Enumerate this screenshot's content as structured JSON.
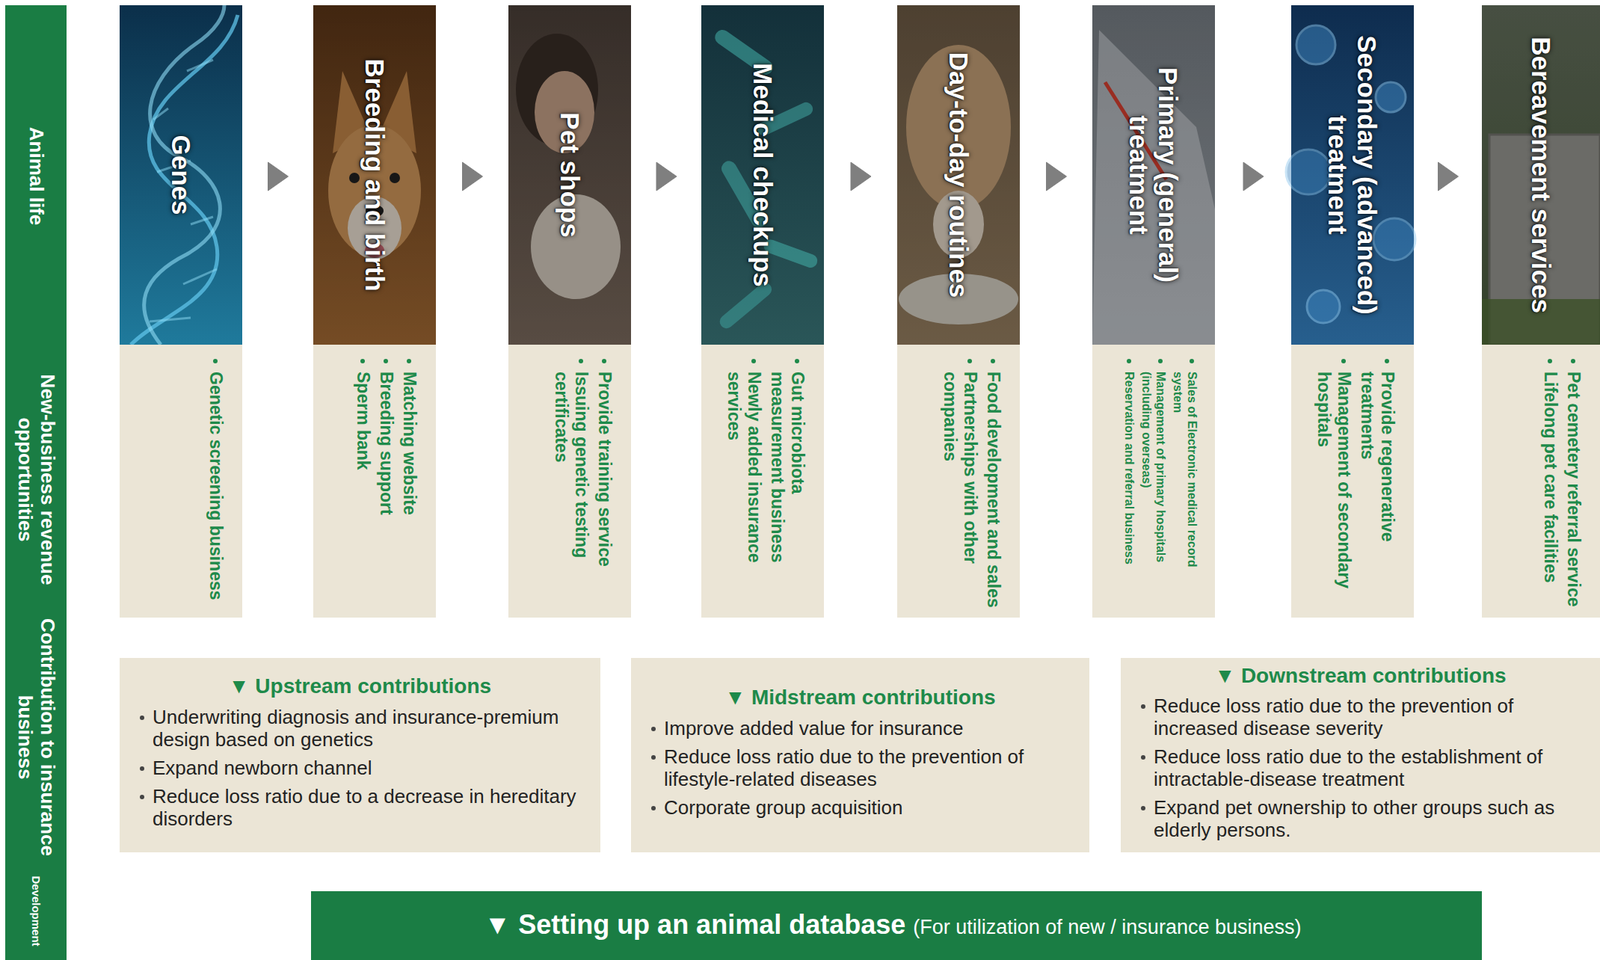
{
  "diagram": {
    "nodes": [
      {
        "text": [
          "Animal life",
          "New-business revenue opportunities",
          "Contribution to insurance business",
          "Development"
        ]
      },
      {
        "text": [
          "Genes",
          "Genetic screening business"
        ]
      },
      {
        "text": [
          "Breeding and birth",
          "Matching website",
          "Breeding support",
          "Sperm bank"
        ]
      },
      {
        "text": [
          "Pet shops",
          "Provide training service",
          "Issuing genetic testing certificates"
        ]
      },
      {
        "text": [
          "Medical checkups",
          "Gut microbiota measurement business",
          "Newly added insurance services"
        ]
      },
      {
        "text": [
          "Day-to-day routines",
          "Food development and sales",
          "Partnerships with other companies"
        ]
      },
      {
        "text": [
          "Primary (general) treatment",
          "Sales of Electronic medical record system",
          "Management of primary hospitals (including overseas)",
          "Reservation and referral business"
        ]
      },
      {
        "text": [
          "Secondary (advanced) treatment",
          "Provide regenerative treatments",
          "Management of secondary hospitals"
        ]
      },
      {
        "text": [
          "Bereavement services",
          "Pet cemetery referral service",
          "Lifelong pet care facilities"
        ]
      },
      {
        "text": [
          "▼ Upstream contributions",
          "Underwriting diagnosis and insurance-premium design based on genetics",
          "Expand newborn channel",
          "Reduce loss ratio due to a decrease in hereditary disorders"
        ]
      },
      {
        "text": [
          "▼ Midstream contributions",
          "Improve added value for insurance",
          "Reduce loss ratio due to the prevention of lifestyle-related diseases",
          "Corporate group acquisition"
        ]
      },
      {
        "text": [
          "▼ Downstream contributions",
          "Reduce loss ratio due to the prevention of increased disease severity",
          "Reduce loss ratio due to the establishment of intractable-disease treatment",
          "Expand pet ownership to other groups such as elderly persons."
        ]
      },
      {
        "text": [
          "▼ Setting up an animal database",
          "(For utilization of new / insurance business)"
        ]
      }
    ],
    "edges": [
      {
        "from": 1,
        "to": 2,
        "arrow": "to"
      },
      {
        "from": 2,
        "to": 3,
        "arrow": "to"
      },
      {
        "from": 3,
        "to": 4,
        "arrow": "to"
      },
      {
        "from": 4,
        "to": 5,
        "arrow": "to"
      },
      {
        "from": 5,
        "to": 6,
        "arrow": "to"
      },
      {
        "from": 6,
        "to": 7,
        "arrow": "to"
      },
      {
        "from": 7,
        "to": 8,
        "arrow": "to"
      }
    ]
  }
}
